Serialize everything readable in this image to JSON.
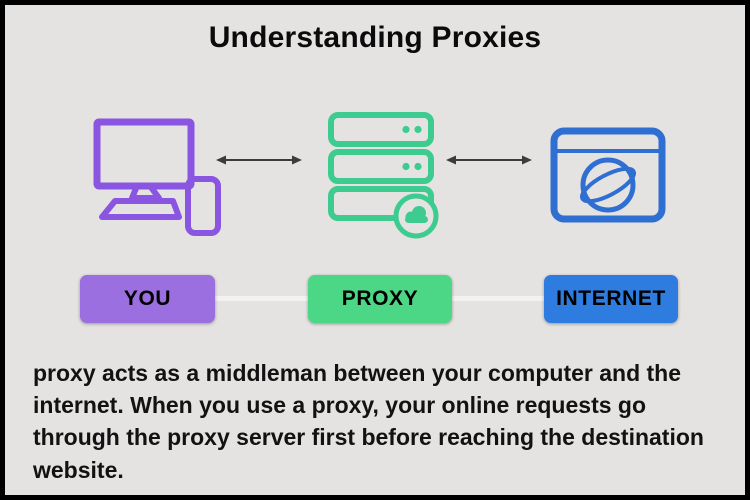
{
  "title": "Understanding Proxies",
  "diagram": {
    "arrow_color": "#3c3c3c",
    "connector_color": "#f4f2f0",
    "nodes": [
      {
        "id": "you",
        "label": "YOU",
        "box_color": "#9b6fdf",
        "icon": "computer-and-phone-icon",
        "icon_color": "#8a55e0"
      },
      {
        "id": "proxy",
        "label": "PROXY",
        "box_color": "#4bd786",
        "icon": "proxy-server-cloud-icon",
        "icon_color": "#3ecb8f"
      },
      {
        "id": "internet",
        "label": "INTERNET",
        "box_color": "#2f7ce0",
        "icon": "browser-globe-icon",
        "icon_color": "#2f6fd2"
      }
    ]
  },
  "description": "proxy acts as a middleman between your computer and the internet. When you use a proxy, your online requests go through the proxy server first before reaching the destination website."
}
